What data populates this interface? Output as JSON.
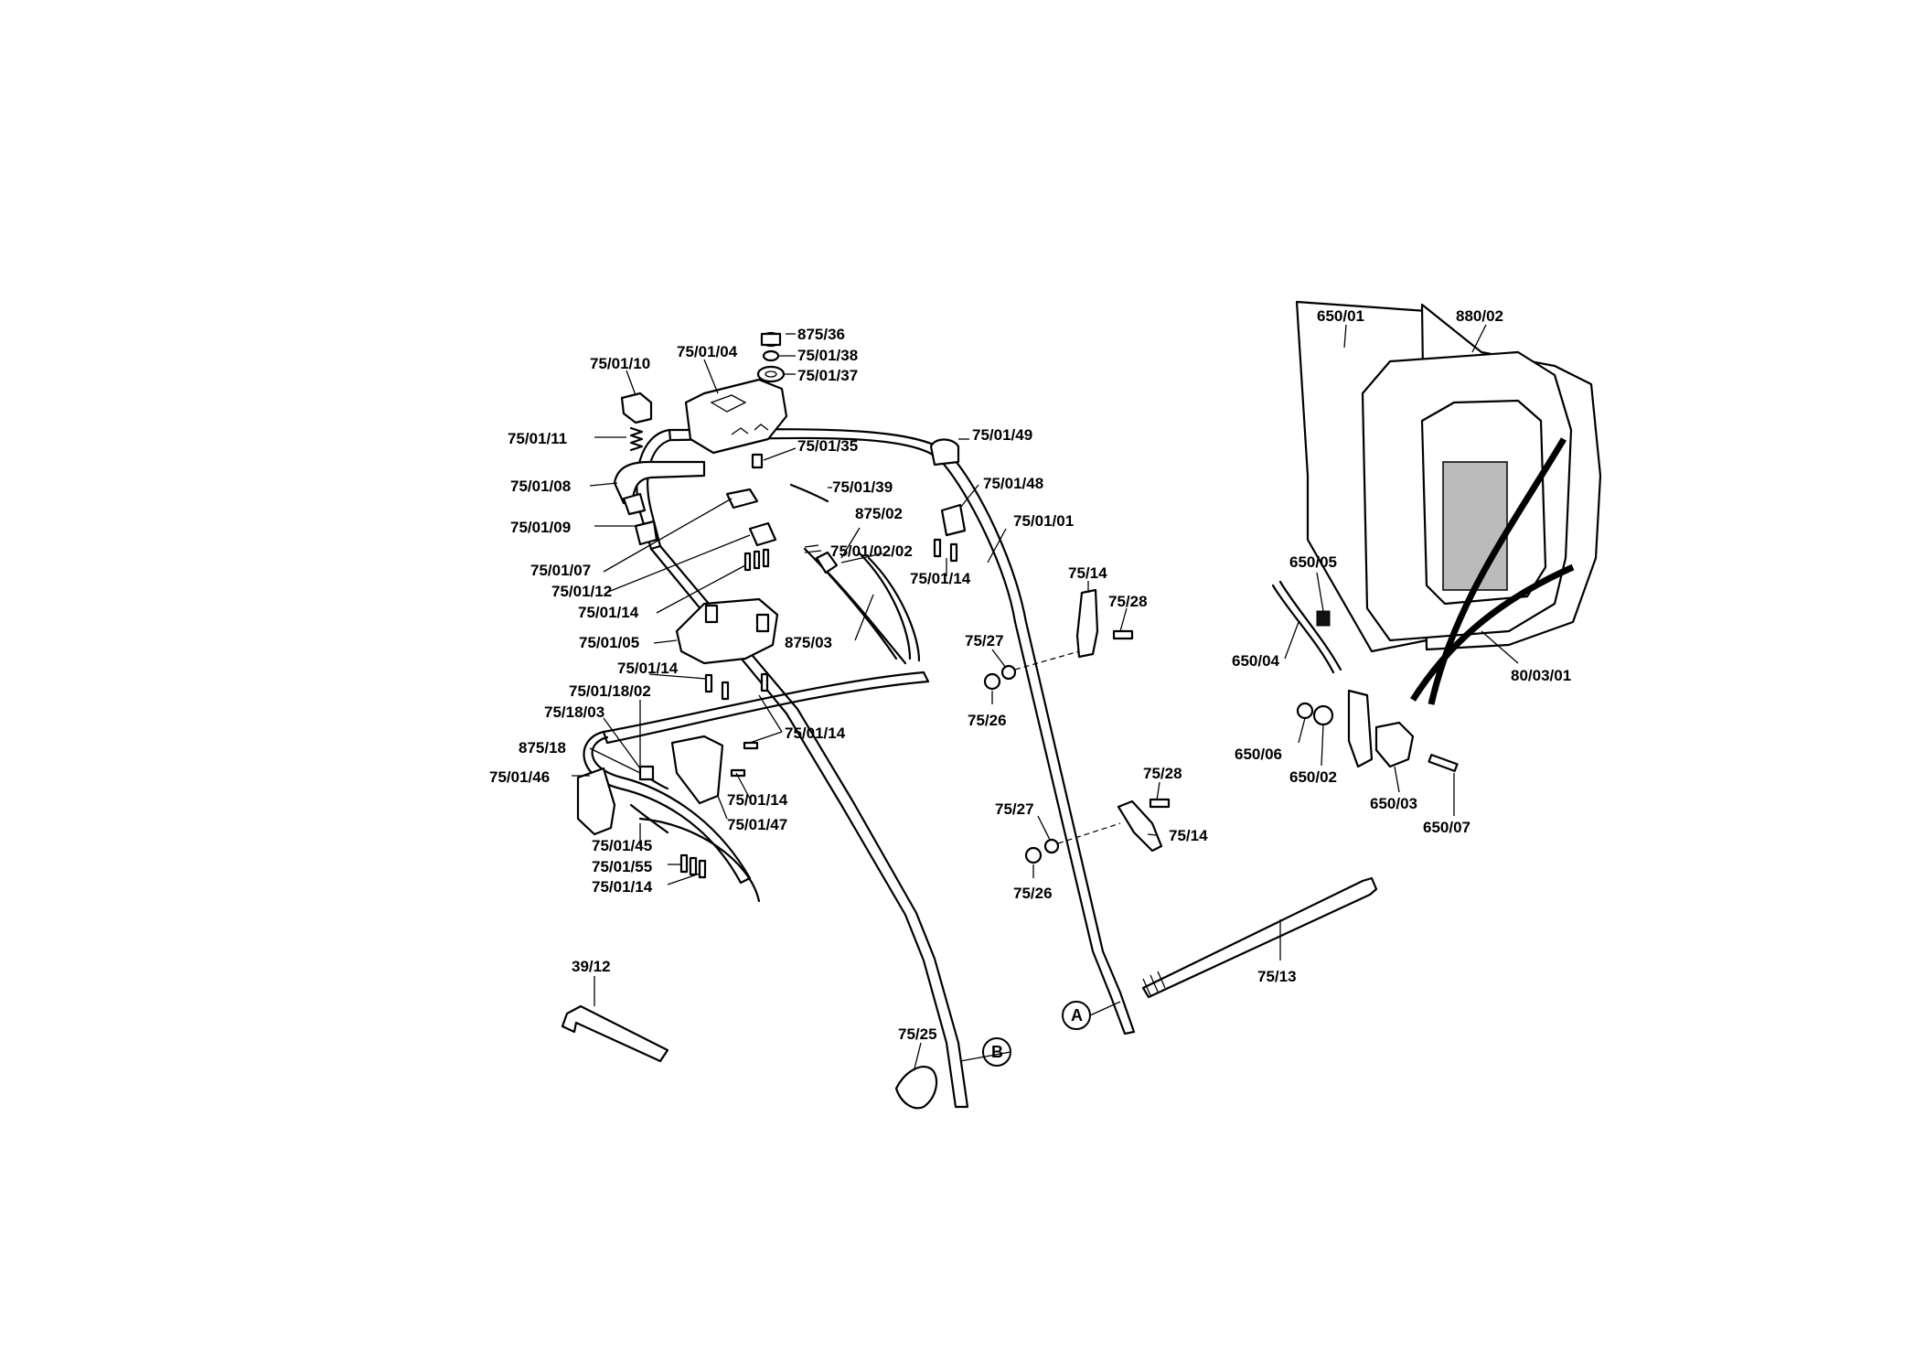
{
  "labels": {
    "l_875_36": "875/36",
    "l_75_01_38": "75/01/38",
    "l_75_01_37": "75/01/37",
    "l_75_01_04": "75/01/04",
    "l_75_01_10": "75/01/10",
    "l_75_01_11": "75/01/11",
    "l_75_01_35": "75/01/35",
    "l_75_01_49": "75/01/49",
    "l_75_01_08": "75/01/08",
    "l_75_01_39": "75/01/39",
    "l_75_01_48": "75/01/48",
    "l_75_01_09": "75/01/09",
    "l_875_02": "875/02",
    "l_75_01_01": "75/01/01",
    "l_75_01_02_02": "75/01/02/02",
    "l_75_01_07": "75/01/07",
    "l_75_01_14_a": "75/01/14",
    "l_75_01_12": "75/01/12",
    "l_75_01_14_b": "75/01/14",
    "l_75_14_a": "75/14",
    "l_75_28_a": "75/28",
    "l_75_01_05": "75/01/05",
    "l_875_03": "875/03",
    "l_75_27_a": "75/27",
    "l_75_01_14_c": "75/01/14",
    "l_75_01_18_02": "75/01/18/02",
    "l_75_26_a": "75/26",
    "l_75_18_03": "75/18/03",
    "l_75_01_14_d": "75/01/14",
    "l_875_18": "875/18",
    "l_75_01_46": "75/01/46",
    "l_75_01_14_e": "75/01/14",
    "l_75_28_b": "75/28",
    "l_75_01_47": "75/01/47",
    "l_75_27_b": "75/27",
    "l_75_14_b": "75/14",
    "l_75_01_45": "75/01/45",
    "l_75_01_55": "75/01/55",
    "l_75_26_b": "75/26",
    "l_75_01_14_f": "75/01/14",
    "l_39_12": "39/12",
    "l_75_13": "75/13",
    "l_75_25": "75/25",
    "l_650_01": "650/01",
    "l_880_02": "880/02",
    "l_650_05": "650/05",
    "l_650_04": "650/04",
    "l_80_03_01": "80/03/01",
    "l_650_06": "650/06",
    "l_650_02": "650/02",
    "l_650_03": "650/03",
    "l_650_07": "650/07"
  },
  "markers": {
    "a": "A",
    "b": "B"
  }
}
